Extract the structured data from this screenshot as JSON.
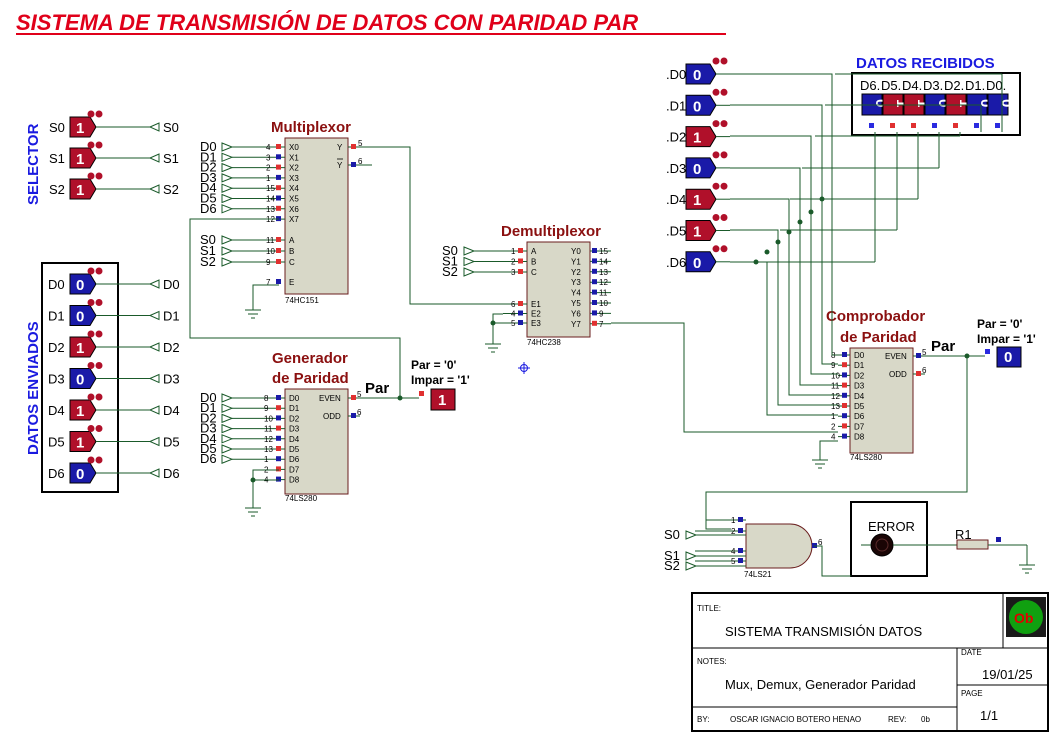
{
  "title": "SISTEMA DE TRANSMISIÓN DE DATOS CON PARIDAD PAR",
  "selector": {
    "label": "SELECTOR",
    "rows": [
      {
        "name": "S0",
        "value": "1",
        "tag": "S0"
      },
      {
        "name": "S1",
        "value": "1",
        "tag": "S1"
      },
      {
        "name": "S2",
        "value": "1",
        "tag": "S2"
      }
    ]
  },
  "sent": {
    "label": "DATOS ENVIADOS",
    "rows": [
      {
        "name": "D0",
        "value": "0",
        "tag": "D0"
      },
      {
        "name": "D1",
        "value": "0",
        "tag": "D1"
      },
      {
        "name": "D2",
        "value": "1",
        "tag": "D2"
      },
      {
        "name": "D3",
        "value": "0",
        "tag": "D3"
      },
      {
        "name": "D4",
        "value": "1",
        "tag": "D4"
      },
      {
        "name": "D5",
        "value": "1",
        "tag": "D5"
      },
      {
        "name": "D6",
        "value": "0",
        "tag": "D6"
      }
    ]
  },
  "mux": {
    "header": "Multiplexor",
    "part": "74HC151",
    "inputs": [
      {
        "tag": "D0",
        "pin": "4",
        "name": "X0"
      },
      {
        "tag": "D1",
        "pin": "3",
        "name": "X1"
      },
      {
        "tag": "D2",
        "pin": "2",
        "name": "X2"
      },
      {
        "tag": "D3",
        "pin": "1",
        "name": "X3"
      },
      {
        "tag": "D4",
        "pin": "15",
        "name": "X4"
      },
      {
        "tag": "D5",
        "pin": "14",
        "name": "X5"
      },
      {
        "tag": "D6",
        "pin": "13",
        "name": "X6"
      },
      {
        "tag": "",
        "pin": "12",
        "name": "X7"
      }
    ],
    "selects": [
      {
        "tag": "S0",
        "pin": "11",
        "name": "A"
      },
      {
        "tag": "S1",
        "pin": "10",
        "name": "B"
      },
      {
        "tag": "S2",
        "pin": "9",
        "name": "C"
      }
    ],
    "enable": {
      "pin": "7",
      "name": "E"
    },
    "outputs": [
      {
        "pin": "5",
        "name": "Y"
      },
      {
        "pin": "6",
        "name": "Y"
      }
    ]
  },
  "generator": {
    "header": [
      "Generador",
      "de Paridad"
    ],
    "part": "74LS280",
    "inputs": [
      {
        "tag": "D0",
        "pin": "8",
        "name": "D0"
      },
      {
        "tag": "D1",
        "pin": "9",
        "name": "D1"
      },
      {
        "tag": "D2",
        "pin": "10",
        "name": "D2"
      },
      {
        "tag": "D3",
        "pin": "11",
        "name": "D3"
      },
      {
        "tag": "D4",
        "pin": "12",
        "name": "D4"
      },
      {
        "tag": "D5",
        "pin": "13",
        "name": "D5"
      },
      {
        "tag": "D6",
        "pin": "1",
        "name": "D6"
      },
      {
        "tag": "",
        "pin": "2",
        "name": "D7"
      },
      {
        "tag": "",
        "pin": "4",
        "name": "D8"
      }
    ],
    "outputs": [
      {
        "pin": "5",
        "name": "EVEN"
      },
      {
        "pin": "6",
        "name": "ODD"
      }
    ],
    "par_label": "Par",
    "legend1": "Par = '0'",
    "legend2": "Impar = '1'",
    "probe": "1"
  },
  "demux": {
    "header": "Demultiplexor",
    "part": "74HC238",
    "selects": [
      {
        "tag": "S0",
        "pin": "1",
        "name": "A"
      },
      {
        "tag": "S1",
        "pin": "2",
        "name": "B"
      },
      {
        "tag": "S2",
        "pin": "3",
        "name": "C"
      }
    ],
    "enables": [
      {
        "pin": "6",
        "name": "E1"
      },
      {
        "pin": "4",
        "name": "E2"
      },
      {
        "pin": "5",
        "name": "E3"
      }
    ],
    "outputs": [
      {
        "pin": "15",
        "name": "Y0"
      },
      {
        "pin": "14",
        "name": "Y1"
      },
      {
        "pin": "13",
        "name": "Y2"
      },
      {
        "pin": "12",
        "name": "Y3"
      },
      {
        "pin": "11",
        "name": "Y4"
      },
      {
        "pin": "10",
        "name": "Y5"
      },
      {
        "pin": "9",
        "name": "Y6"
      },
      {
        "pin": "7",
        "name": "Y7"
      }
    ]
  },
  "received": {
    "header": "DATOS RECIBIDOS",
    "labels": [
      "D6.",
      "D5.",
      "D4.",
      "D3.",
      "D2.",
      "D1.",
      "D0."
    ],
    "values": [
      "0",
      "1",
      "1",
      "0",
      "1",
      "0",
      "0"
    ],
    "probes": [
      {
        "name": ".D0",
        "value": "0"
      },
      {
        "name": ".D1",
        "value": "0"
      },
      {
        "name": ".D2",
        "value": "1"
      },
      {
        "name": ".D3",
        "value": "0"
      },
      {
        "name": ".D4",
        "value": "1"
      },
      {
        "name": ".D5",
        "value": "1"
      },
      {
        "name": ".D6",
        "value": "0"
      }
    ]
  },
  "checker": {
    "header": [
      "Comprobador",
      "de Paridad"
    ],
    "part": "74LS280",
    "inputs": [
      {
        "pin": "8",
        "name": "D0"
      },
      {
        "pin": "9",
        "name": "D1"
      },
      {
        "pin": "10",
        "name": "D2"
      },
      {
        "pin": "11",
        "name": "D3"
      },
      {
        "pin": "12",
        "name": "D4"
      },
      {
        "pin": "13",
        "name": "D5"
      },
      {
        "pin": "1",
        "name": "D6"
      },
      {
        "pin": "2",
        "name": "D7"
      },
      {
        "pin": "4",
        "name": "D8"
      }
    ],
    "outputs": [
      {
        "pin": "5",
        "name": "EVEN"
      },
      {
        "pin": "6",
        "name": "ODD"
      }
    ],
    "par_label": "Par",
    "legend1": "Par = '0'",
    "legend2": "Impar = '1'",
    "probe": "0"
  },
  "andgate": {
    "part": "74LS21",
    "pins": [
      "1",
      "2",
      "4",
      "5",
      "6"
    ],
    "inputs": [
      "S0",
      "S1",
      "S2"
    ]
  },
  "error": {
    "label": "ERROR",
    "resistor": "R1"
  },
  "titleblock": {
    "title_label": "TITLE:",
    "title": "SISTEMA TRANSMISIÓN DATOS",
    "notes_label": "NOTES:",
    "notes": "Mux, Demux, Generador Paridad",
    "date_label": "DATE",
    "date": "19/01/25",
    "page_label": "PAGE",
    "page": "1/1",
    "by_label": "BY:",
    "author": "OSCAR IGNACIO BOTERO HENAO",
    "rev_label": "REV:",
    "rev": "0b",
    "logo": "Ob"
  },
  "colors": {
    "logic_high": "#b0102a",
    "logic_low": "#1a1aa8",
    "wire": "#1a5a2a",
    "chip_fill": "#d8d8c8"
  }
}
